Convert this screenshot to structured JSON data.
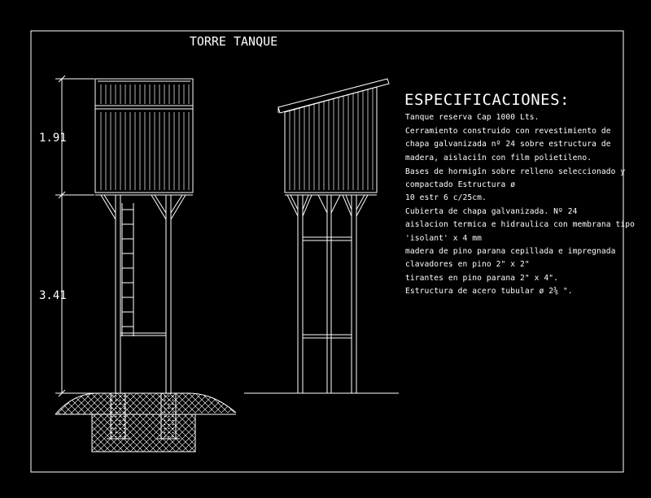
{
  "drawing": {
    "title": "TORRE TANQUE",
    "dimensions": [
      "1.91",
      "3.41"
    ],
    "colors": {
      "background": "#000000",
      "lines": "#ffffff"
    }
  },
  "specifications": {
    "heading": "ESPECIFICACIONES:",
    "lines": [
      "Tanque reserva Cap 1000 Lts.",
      "Cerramiento construido con revestimiento de",
      "chapa galvanizada nº 24 sobre estructura de",
      "madera, aislaciîn con film polietileno.",
      "Bases de hormigîn sobre relleno seleccionado y",
      "compactado Estructura ø",
      "10 estr 6 c/25cm.",
      "Cubierta de chapa galvanizada. Nº 24",
      "aislacion termica e hidraulica con membrana tipo",
      "'isolant' x 4 mm",
      "madera de pino parana cepillada e impregnada",
      "clavadores en pino  2\" x 2\"",
      "tirantes en pino parana 2\" x 4\".",
      "Estructura de acero tubular    ø 2⅜ \"."
    ]
  }
}
